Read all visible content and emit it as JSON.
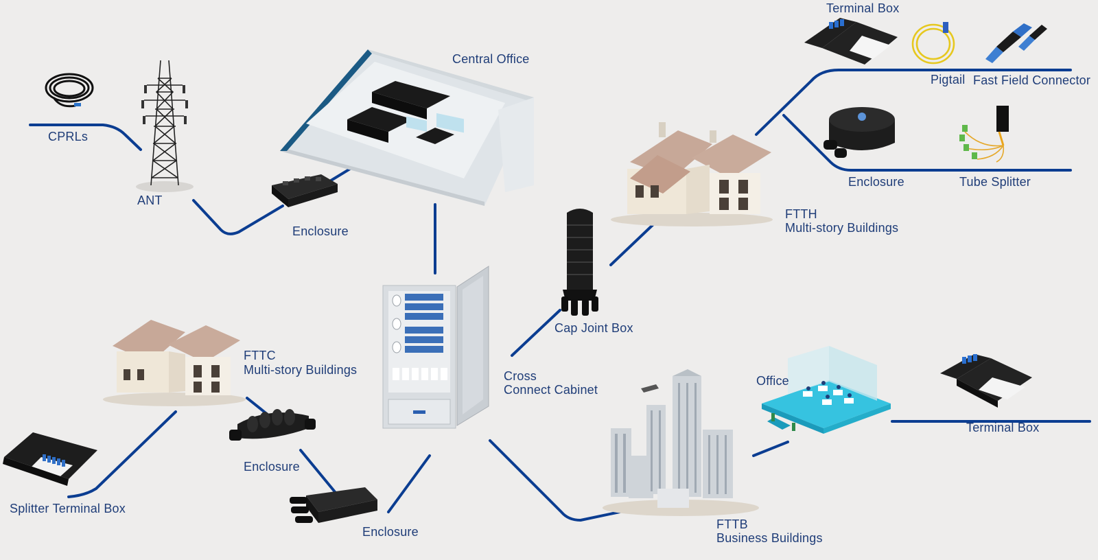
{
  "diagram": {
    "line_color": "#0b3d91",
    "label_color": "#1f3d78",
    "background": "#eeedec",
    "labels": {
      "cprls": "CPRLs",
      "ant": "ANT",
      "central_office": "Central Office",
      "enclosure_top": "Enclosure",
      "terminal_box_top": "Terminal Box",
      "pigtail": "Pigtail",
      "fast_field_connector": "Fast Field Connector",
      "enclosure_right": "Enclosure",
      "tube_splitter": "Tube Splitter",
      "ftth_line1": "FTTH",
      "ftth_line2": "Multi-story Buildings",
      "cap_joint_box": "Cap Joint Box",
      "cross_line1": "Cross",
      "cross_line2": "Connect Cabinet",
      "fttc_line1": "FTTC",
      "fttc_line2": "Multi-story Buildings",
      "enclosure_mid": "Enclosure",
      "enclosure_bottom": "Enclosure",
      "splitter_terminal_box": "Splitter Terminal Box",
      "office": "Office",
      "terminal_box_right": "Terminal Box",
      "fttb_line1": "FTTB",
      "fttb_line2": "Business Buildings"
    }
  }
}
